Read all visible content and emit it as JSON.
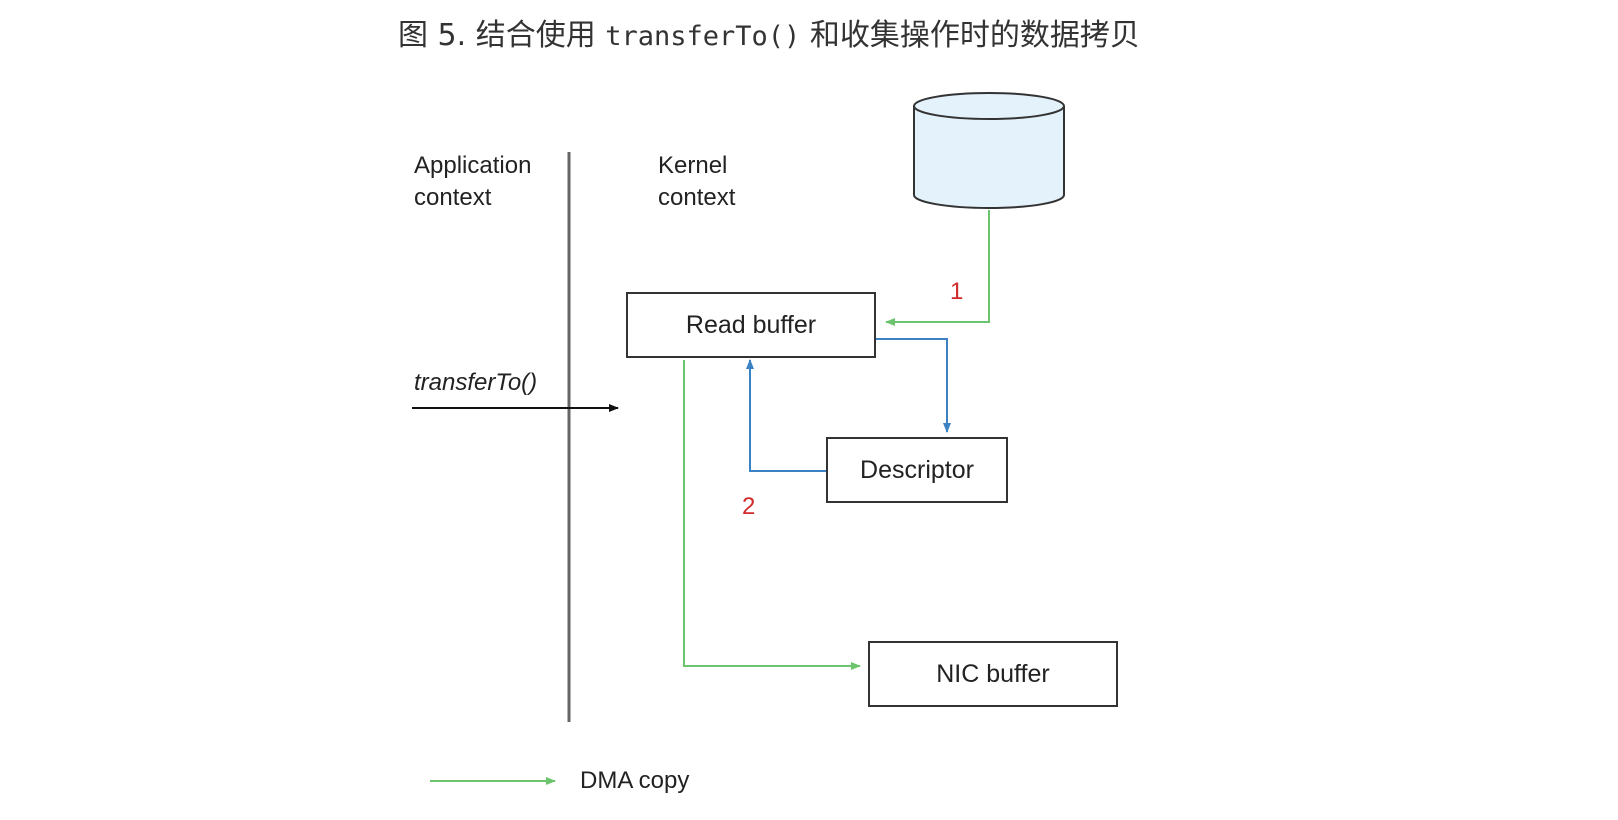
{
  "caption": {
    "prefix": "图 5. 结合使用 ",
    "code": "transferTo()",
    "suffix": " 和收集操作时的数据拷贝"
  },
  "labels": {
    "application_context": [
      "Application",
      "context"
    ],
    "kernel_context": [
      "Kernel",
      "context"
    ],
    "call": "transferTo()"
  },
  "boxes": {
    "read_buffer": "Read buffer",
    "descriptor": "Descriptor",
    "nic_buffer": "NIC buffer"
  },
  "steps": {
    "one": "1",
    "two": "2"
  },
  "legend": {
    "dma_label": "DMA copy"
  },
  "colors": {
    "dma_arrow": "#6cc46f",
    "cpu_arrow": "#3a82c4",
    "step_number": "#d12a2a",
    "disk_fill": "#e3f2fb",
    "divider": "#666666"
  }
}
